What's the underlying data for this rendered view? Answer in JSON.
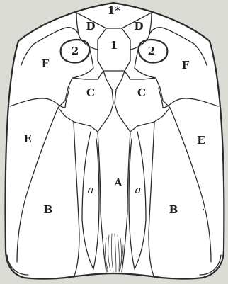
{
  "figure": {
    "labels": {
      "median_anterior": "1*",
      "median": "1",
      "left_D": "D",
      "right_D": "D",
      "left_2": "2",
      "right_2": "2",
      "left_F": "F",
      "right_F": "F",
      "left_C": "C",
      "right_C": "C",
      "left_E": "E",
      "right_E": "E",
      "center_A": "A",
      "left_a": "a",
      "right_a": "a",
      "left_B": "B",
      "right_B": "B"
    }
  }
}
